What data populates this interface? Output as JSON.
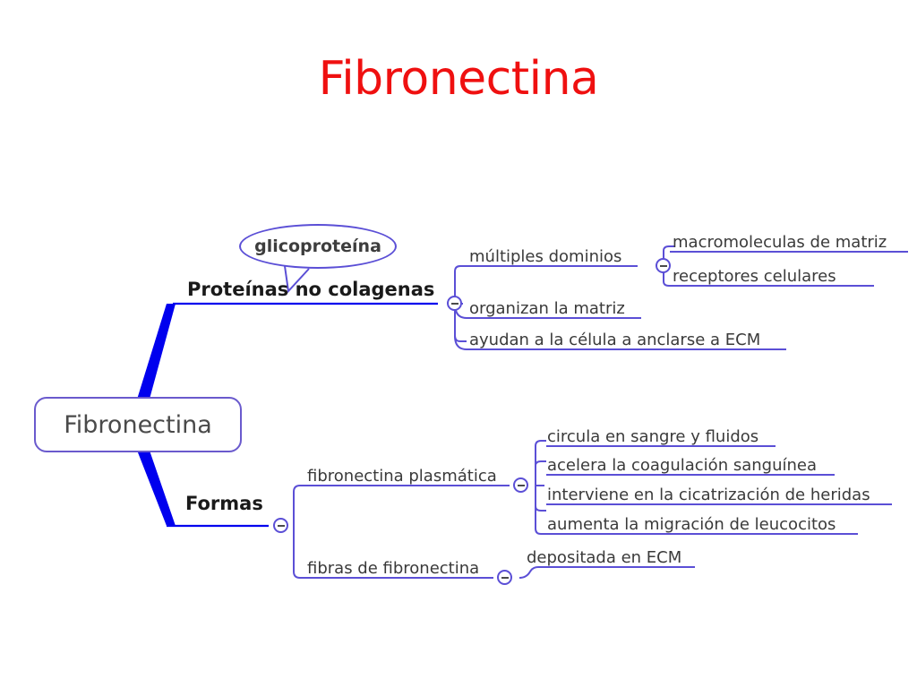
{
  "title": "Fibronectina",
  "colors": {
    "title_red": "#ef1010",
    "branch_blue": "#0000ee",
    "line_violet": "#5b4fd6",
    "node_border": "#6a5acd",
    "text_dark": "#3a3a3a"
  },
  "root": {
    "label": "Fibronectina"
  },
  "callout": {
    "label": "glicoproteína"
  },
  "branches": [
    {
      "id": "proteinas",
      "label": "Proteínas no colagenas",
      "toggle_icon": "minus-circle-icon",
      "children": [
        {
          "label": "múltiples dominios",
          "toggle_icon": "minus-circle-icon",
          "children": [
            {
              "label": "macromoleculas de matriz"
            },
            {
              "label": "receptores celulares"
            }
          ]
        },
        {
          "label": "organizan la matriz",
          "children": []
        },
        {
          "label": "ayudan a la célula a anclarse a ECM",
          "children": []
        }
      ]
    },
    {
      "id": "formas",
      "label": "Formas",
      "toggle_icon": "minus-circle-icon",
      "children": [
        {
          "label": "fibronectina plasmática",
          "toggle_icon": "minus-circle-icon",
          "children": [
            {
              "label": "circula en sangre y fluidos"
            },
            {
              "label": "acelera la coagulación sanguínea"
            },
            {
              "label": "interviene en la cicatrización de heridas"
            },
            {
              "label": "aumenta la migración de leucocitos"
            }
          ]
        },
        {
          "label": "fibras de fibronectina",
          "toggle_icon": "minus-circle-icon",
          "children": [
            {
              "label": "depositada en ECM"
            }
          ]
        }
      ]
    }
  ]
}
